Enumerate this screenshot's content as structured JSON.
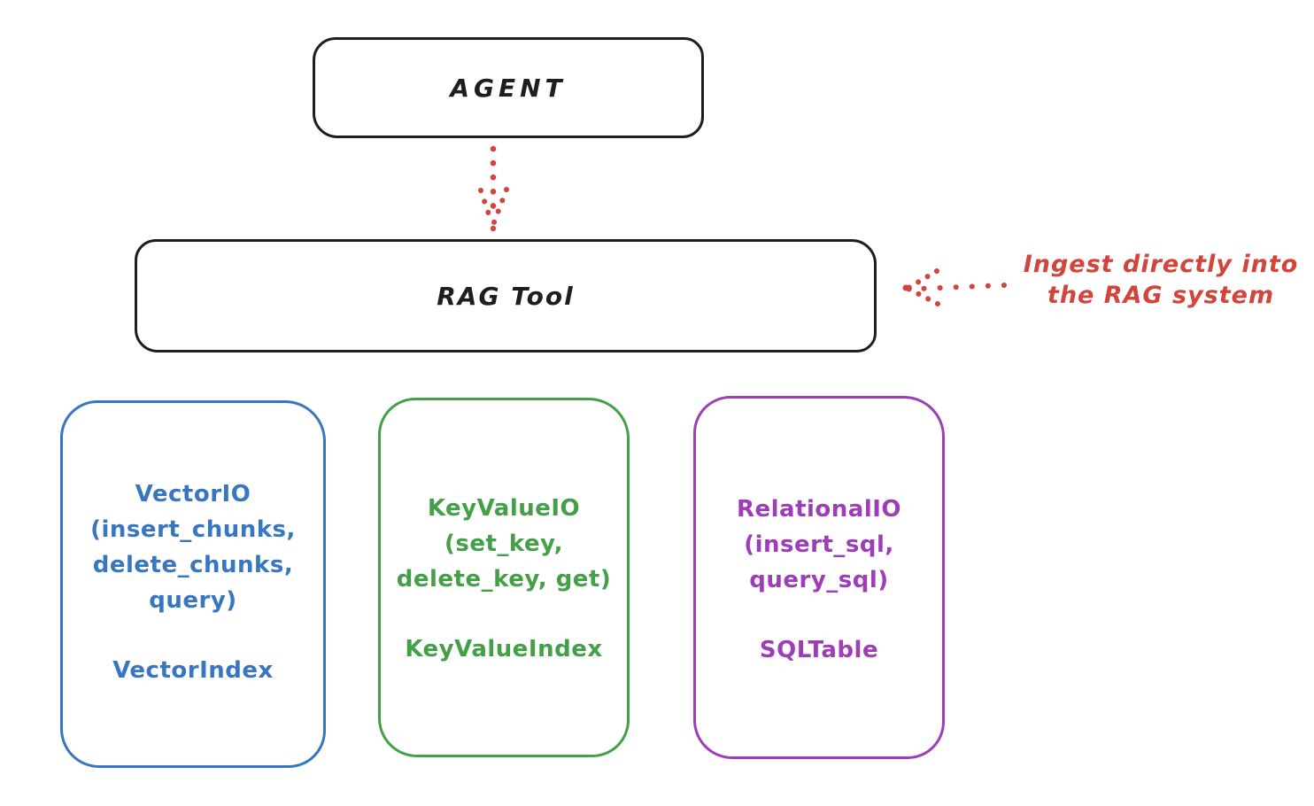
{
  "colors": {
    "ink": "#1e1e1e",
    "red": "#d1453d",
    "blue": "#3876c2",
    "green": "#43a047",
    "purple": "#9d3db8",
    "background": "#ffffff"
  },
  "nodes": {
    "agent": {
      "label": "AGENT"
    },
    "rag_tool": {
      "label": "RAG Tool"
    }
  },
  "annotation": {
    "line1": "Ingest directly into",
    "line2": "the RAG system"
  },
  "arrows": {
    "agent_to_rag_tool": {
      "style": "dotted",
      "direction": "down"
    },
    "ingest_into_rag": {
      "style": "dotted",
      "direction": "left"
    }
  },
  "backends": [
    {
      "name": "VectorIO",
      "color_key": "blue",
      "title_lines": [
        "VectorIO",
        "(insert_chunks,",
        "delete_chunks,",
        "query)"
      ],
      "index_label": "VectorIndex"
    },
    {
      "name": "KeyValueIO",
      "color_key": "green",
      "title_lines": [
        "KeyValueIO",
        "(set_key,",
        "delete_key, get)"
      ],
      "index_label": "KeyValueIndex"
    },
    {
      "name": "RelationalIO",
      "color_key": "purple",
      "title_lines": [
        "RelationalIO",
        "(insert_sql,",
        "query_sql)"
      ],
      "index_label": "SQLTable"
    }
  ]
}
